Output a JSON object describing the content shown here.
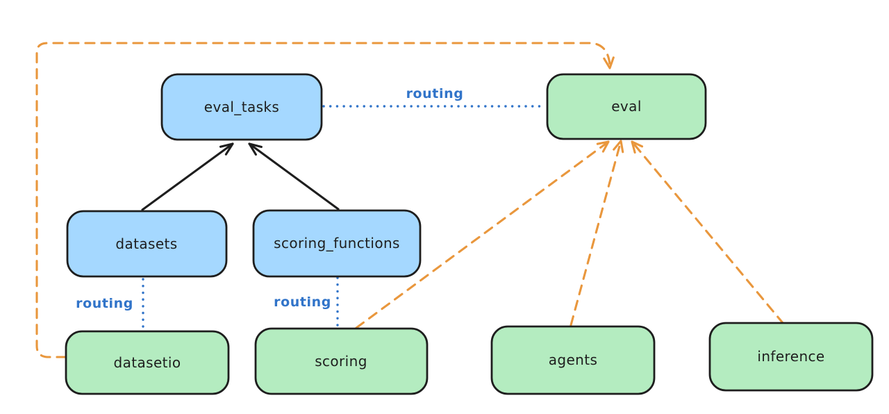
{
  "diagram": {
    "colors": {
      "canvas_bg": "#ffffff",
      "node_fill_blue": "#a5d8ff",
      "node_fill_green": "#b4ecc0",
      "node_stroke": "#1e1e1e",
      "arrow_black": "#1e1e1e",
      "routing_blue": "#3174c9",
      "provider_orange": "#e9973d"
    },
    "nodes": [
      {
        "id": "eval_tasks",
        "label": "eval_tasks",
        "fill": "blue"
      },
      {
        "id": "eval",
        "label": "eval",
        "fill": "green"
      },
      {
        "id": "datasets",
        "label": "datasets",
        "fill": "blue"
      },
      {
        "id": "scoring_functions",
        "label": "scoring_functions",
        "fill": "blue"
      },
      {
        "id": "datasetio",
        "label": "datasetio",
        "fill": "green"
      },
      {
        "id": "scoring",
        "label": "scoring",
        "fill": "green"
      },
      {
        "id": "agents",
        "label": "agents",
        "fill": "green"
      },
      {
        "id": "inference",
        "label": "inference",
        "fill": "green"
      }
    ],
    "edges": [
      {
        "from": "datasets",
        "to": "eval_tasks",
        "style": "solid",
        "color": "black",
        "arrowhead": "to",
        "label": ""
      },
      {
        "from": "scoring_functions",
        "to": "eval_tasks",
        "style": "solid",
        "color": "black",
        "arrowhead": "to",
        "label": ""
      },
      {
        "from": "eval_tasks",
        "to": "eval",
        "style": "dotted",
        "color": "blue",
        "arrowhead": "none",
        "label": "routing"
      },
      {
        "from": "datasets",
        "to": "datasetio",
        "style": "dotted",
        "color": "blue",
        "arrowhead": "none",
        "label": "routing"
      },
      {
        "from": "scoring_functions",
        "to": "scoring",
        "style": "dotted",
        "color": "blue",
        "arrowhead": "none",
        "label": "routing"
      },
      {
        "from": "datasetio",
        "to": "eval",
        "style": "dashed",
        "color": "orange",
        "arrowhead": "to",
        "label": ""
      },
      {
        "from": "scoring",
        "to": "eval",
        "style": "dashed",
        "color": "orange",
        "arrowhead": "to",
        "label": ""
      },
      {
        "from": "agents",
        "to": "eval",
        "style": "dashed",
        "color": "orange",
        "arrowhead": "to",
        "label": ""
      },
      {
        "from": "inference",
        "to": "eval",
        "style": "dashed",
        "color": "orange",
        "arrowhead": "to",
        "label": ""
      }
    ]
  }
}
